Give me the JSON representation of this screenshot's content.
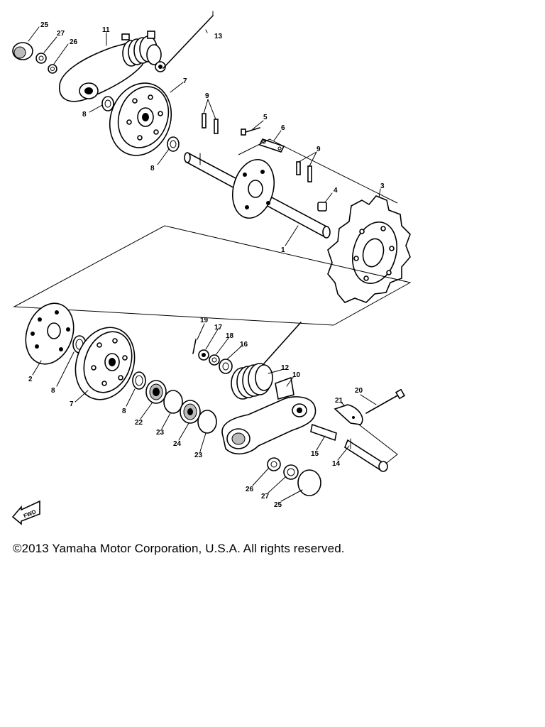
{
  "diagram": {
    "callouts": [
      {
        "id": "c25a",
        "label": "25"
      },
      {
        "id": "c27a",
        "label": "27"
      },
      {
        "id": "c26a",
        "label": "26"
      },
      {
        "id": "c11",
        "label": "11"
      },
      {
        "id": "c13",
        "label": "13"
      },
      {
        "id": "c7a",
        "label": "7"
      },
      {
        "id": "c8a",
        "label": "8"
      },
      {
        "id": "c8b",
        "label": "8"
      },
      {
        "id": "c9a",
        "label": "9"
      },
      {
        "id": "c5a",
        "label": "5"
      },
      {
        "id": "c6",
        "label": "6"
      },
      {
        "id": "c9b",
        "label": "9"
      },
      {
        "id": "c4",
        "label": "4"
      },
      {
        "id": "c3",
        "label": "3"
      },
      {
        "id": "c1",
        "label": "1"
      },
      {
        "id": "c2",
        "label": "2"
      },
      {
        "id": "c8c",
        "label": "8"
      },
      {
        "id": "c7b",
        "label": "7"
      },
      {
        "id": "c8d",
        "label": "8"
      },
      {
        "id": "c19",
        "label": "19"
      },
      {
        "id": "c17",
        "label": "17"
      },
      {
        "id": "c18",
        "label": "18"
      },
      {
        "id": "c16",
        "label": "16"
      },
      {
        "id": "c12",
        "label": "12"
      },
      {
        "id": "c10",
        "label": "10"
      },
      {
        "id": "c20",
        "label": "20"
      },
      {
        "id": "c21",
        "label": "21"
      },
      {
        "id": "c22",
        "label": "22"
      },
      {
        "id": "c23a",
        "label": "23"
      },
      {
        "id": "c24",
        "label": "24"
      },
      {
        "id": "c23b",
        "label": "23"
      },
      {
        "id": "c15",
        "label": "15"
      },
      {
        "id": "c14",
        "label": "14"
      },
      {
        "id": "c26b",
        "label": "26"
      },
      {
        "id": "c27b",
        "label": "27"
      },
      {
        "id": "c25b",
        "label": "25"
      }
    ],
    "fwd_label": "FWD"
  },
  "footer": {
    "copyright": "©2013 Yamaha Motor Corporation, U.S.A. All rights reserved."
  }
}
